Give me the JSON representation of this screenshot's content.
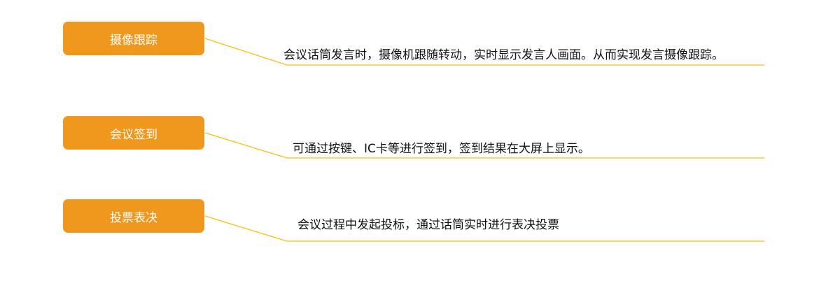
{
  "features": [
    {
      "label": "摄像跟踪",
      "description": "会议话筒发言时，摄像机跟随转动，实时显示发言人画面。从而实现发言摄像跟踪。"
    },
    {
      "label": "会议签到",
      "description": "可通过按键、IC卡等进行签到，签到结果在大屏上显示。"
    },
    {
      "label": "投票表决",
      "description": "会议过程中发起投标，通过话筒实时进行表决投票"
    }
  ],
  "colors": {
    "box": "#f0981e",
    "line": "#f5c010"
  }
}
